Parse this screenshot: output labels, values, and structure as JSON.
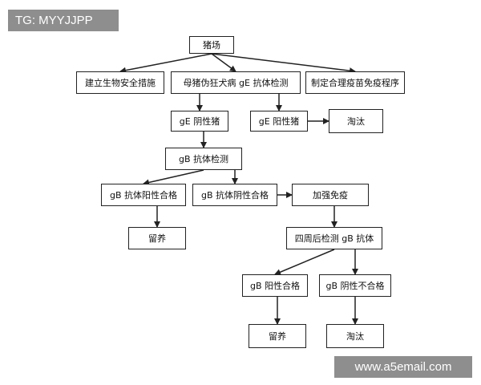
{
  "badges": {
    "top_left": "TG: MYYJJPP",
    "bottom_right": "www.a5email.com"
  },
  "nodes": {
    "farm": "猪场",
    "biosecurity": "建立生物安全措施",
    "sow_test": "母猪伪狂犬病 gE 抗体检测",
    "vaccination": "制定合理疫苗免疫程序",
    "ge_neg": "gE 阴性猪",
    "ge_pos": "gE 阳性猪",
    "cull_1": "淘汰",
    "gb_test": "gB 抗体检测",
    "gb_pos_ok": "gB 抗体阳性合格",
    "gb_neg_ok": "gB 抗体阴性合格",
    "boost": "加强免疫",
    "keep_1": "留养",
    "retest": "四周后检测 gB 抗体",
    "gb_pos_pass": "gB 阳性合格",
    "gb_neg_fail": "gB 阴性不合格",
    "keep_2": "留养",
    "cull_2": "淘汰"
  },
  "edges": [
    [
      "farm",
      "biosecurity"
    ],
    [
      "farm",
      "sow_test"
    ],
    [
      "farm",
      "vaccination"
    ],
    [
      "sow_test",
      "ge_neg"
    ],
    [
      "sow_test",
      "ge_pos"
    ],
    [
      "ge_pos",
      "cull_1"
    ],
    [
      "ge_neg",
      "gb_test"
    ],
    [
      "gb_test",
      "gb_pos_ok"
    ],
    [
      "gb_test",
      "gb_neg_ok"
    ],
    [
      "gb_neg_ok",
      "boost"
    ],
    [
      "gb_pos_ok",
      "keep_1"
    ],
    [
      "boost",
      "retest"
    ],
    [
      "retest",
      "gb_pos_pass"
    ],
    [
      "retest",
      "gb_neg_fail"
    ],
    [
      "gb_pos_pass",
      "keep_2"
    ],
    [
      "gb_neg_fail",
      "cull_2"
    ]
  ]
}
